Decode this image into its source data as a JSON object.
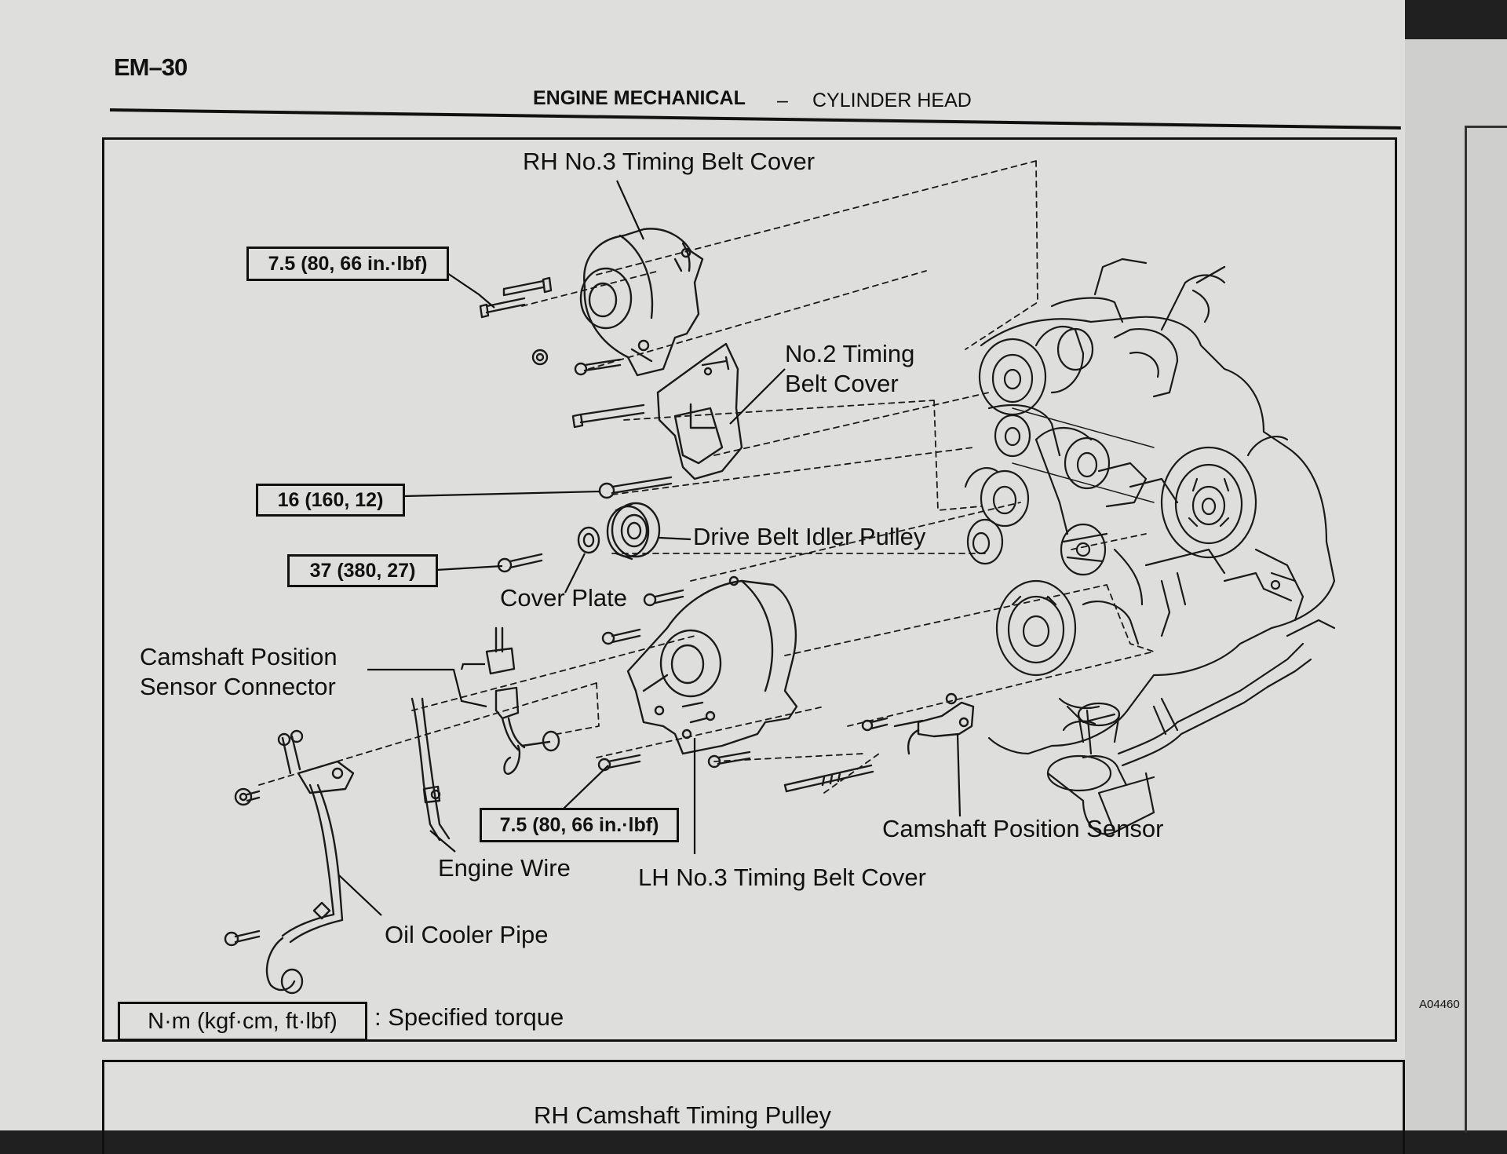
{
  "header": {
    "page_code": "EM–30",
    "section": "ENGINE MECHANICAL",
    "separator": "–",
    "subsection": "CYLINDER HEAD"
  },
  "torque_specs": {
    "rh_cover_bolt": "7.5 (80, 66 in.·lbf)",
    "idler_bolt": "16 (160, 12)",
    "cover_plate_bolt": "37 (380, 27)",
    "lh_cover_bolt": "7.5 (80, 66 in.·lbf)"
  },
  "labels": {
    "rh_cover": "RH No.3 Timing Belt Cover",
    "no2_cover": "No.2 Timing Belt Cover",
    "idler_pulley": "Drive Belt Idler Pulley",
    "cover_plate": "Cover Plate",
    "cam_connector": "Camshaft Position Sensor Connector",
    "engine_wire": "Engine Wire",
    "lh_cover": "LH No.3 Timing Belt Cover",
    "cam_sensor": "Camshaft Position Sensor",
    "oil_cooler_pipe": "Oil Cooler Pipe"
  },
  "legend": {
    "units": "N·m (kgf·cm, ft·lbf)",
    "meaning": ": Specified torque"
  },
  "figure_ref": "A04460",
  "next_section": {
    "title": "RH Camshaft Timing Pulley"
  }
}
